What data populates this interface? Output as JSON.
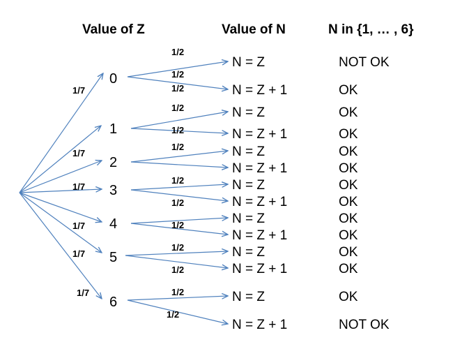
{
  "headers": {
    "z": "Value of Z",
    "n": "Value of N",
    "check": "N in {1, … , 6}"
  },
  "colors": {
    "edge": "#4f81bd",
    "text": "#000000"
  },
  "nodes": [
    {
      "z": "0",
      "first_prob": "1/7",
      "outcomes": [
        {
          "prob": "1/2",
          "n": "N = Z",
          "status": "NOT OK"
        },
        {
          "prob": "1/2",
          "n": "N = Z + 1",
          "status": "OK"
        }
      ]
    },
    {
      "z": "1",
      "first_prob": "",
      "outcomes": [
        {
          "prob": "1/2",
          "n": "N = Z",
          "status": "OK"
        },
        {
          "prob": "1/2",
          "n": "N = Z + 1",
          "status": "OK"
        }
      ]
    },
    {
      "z": "2",
      "first_prob": "1/7",
      "outcomes": [
        {
          "prob": "1/2",
          "n": "N = Z",
          "status": "OK"
        },
        {
          "prob": "",
          "n": "N = Z + 1",
          "status": "OK"
        }
      ]
    },
    {
      "z": "3",
      "first_prob": "1/7",
      "outcomes": [
        {
          "prob": "1/2",
          "n": "N = Z",
          "status": "OK"
        },
        {
          "prob": "1/2",
          "n": "N = Z + 1",
          "status": "OK"
        }
      ]
    },
    {
      "z": "4",
      "first_prob": "1/7",
      "outcomes": [
        {
          "prob": "",
          "n": "N = Z",
          "status": "OK"
        },
        {
          "prob": "1/2",
          "n": "N = Z + 1",
          "status": "OK"
        }
      ]
    },
    {
      "z": "5",
      "first_prob": "1/7",
      "outcomes": [
        {
          "prob": "1/2",
          "n": "N = Z",
          "status": "OK"
        },
        {
          "prob": "1/2",
          "n": "N = Z + 1",
          "status": "OK"
        }
      ]
    },
    {
      "z": "6",
      "first_prob": "1/7",
      "outcomes": [
        {
          "prob": "1/2",
          "n": "N = Z",
          "status": "OK"
        },
        {
          "prob": "1/2",
          "n": "N = Z + 1",
          "status": "NOT OK"
        }
      ]
    }
  ]
}
